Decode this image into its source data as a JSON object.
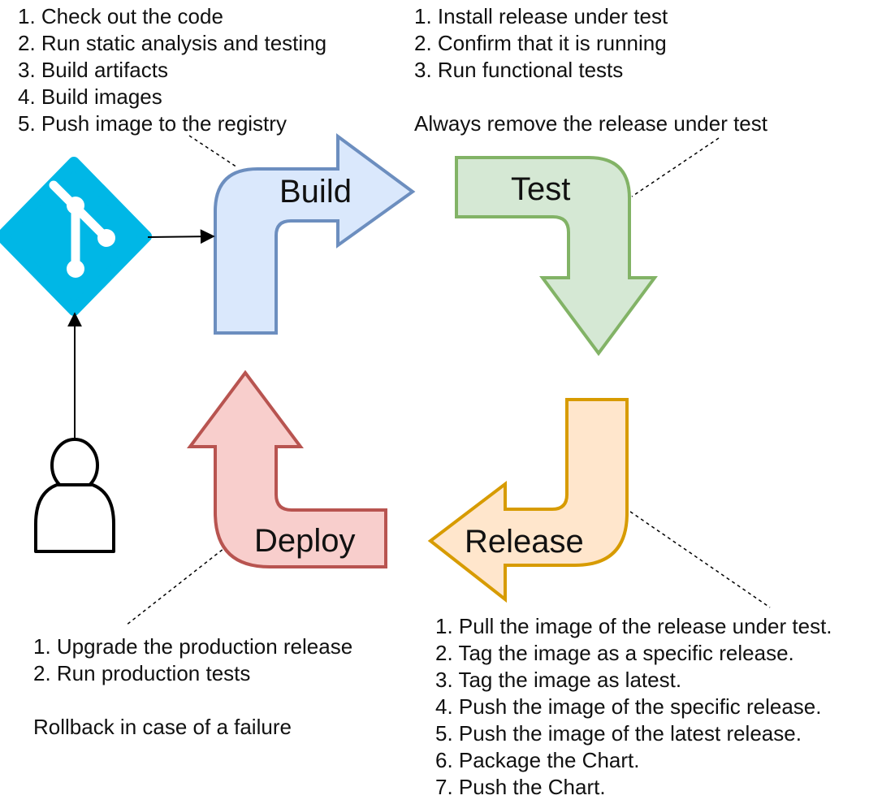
{
  "colors": {
    "build_fill": "#dae8fc",
    "build_stroke": "#6c8ebf",
    "test_fill": "#d5e8d4",
    "test_stroke": "#82b366",
    "release_fill": "#ffe6cc",
    "release_stroke": "#d79b00",
    "deploy_fill": "#f8cecc",
    "deploy_stroke": "#b85450",
    "git_logo": "#00b7e6"
  },
  "icons": [
    "git-logo-icon",
    "user-icon"
  ],
  "stages": {
    "build": "Build",
    "test": "Test",
    "release": "Release",
    "deploy": "Deploy"
  },
  "notes": {
    "build": [
      "1. Check out the code",
      "2. Run static analysis and testing",
      "3. Build artifacts",
      "4. Build images",
      "5. Push image to the registry"
    ],
    "test": [
      "1. Install release under test",
      "2. Confirm that it is running",
      "3. Run functional tests"
    ],
    "test_footer": "Always remove the release under test",
    "release": [
      "1. Pull the image of the release under test.",
      "2. Tag the image as a specific release.",
      "3. Tag the image as latest.",
      "4. Push the image of the specific release.",
      "5. Push the image of the latest release.",
      "6. Package the Chart.",
      "7. Push the Chart."
    ],
    "deploy": [
      "1. Upgrade the production release",
      "2. Run production tests"
    ],
    "deploy_footer": "Rollback in case of a failure"
  }
}
